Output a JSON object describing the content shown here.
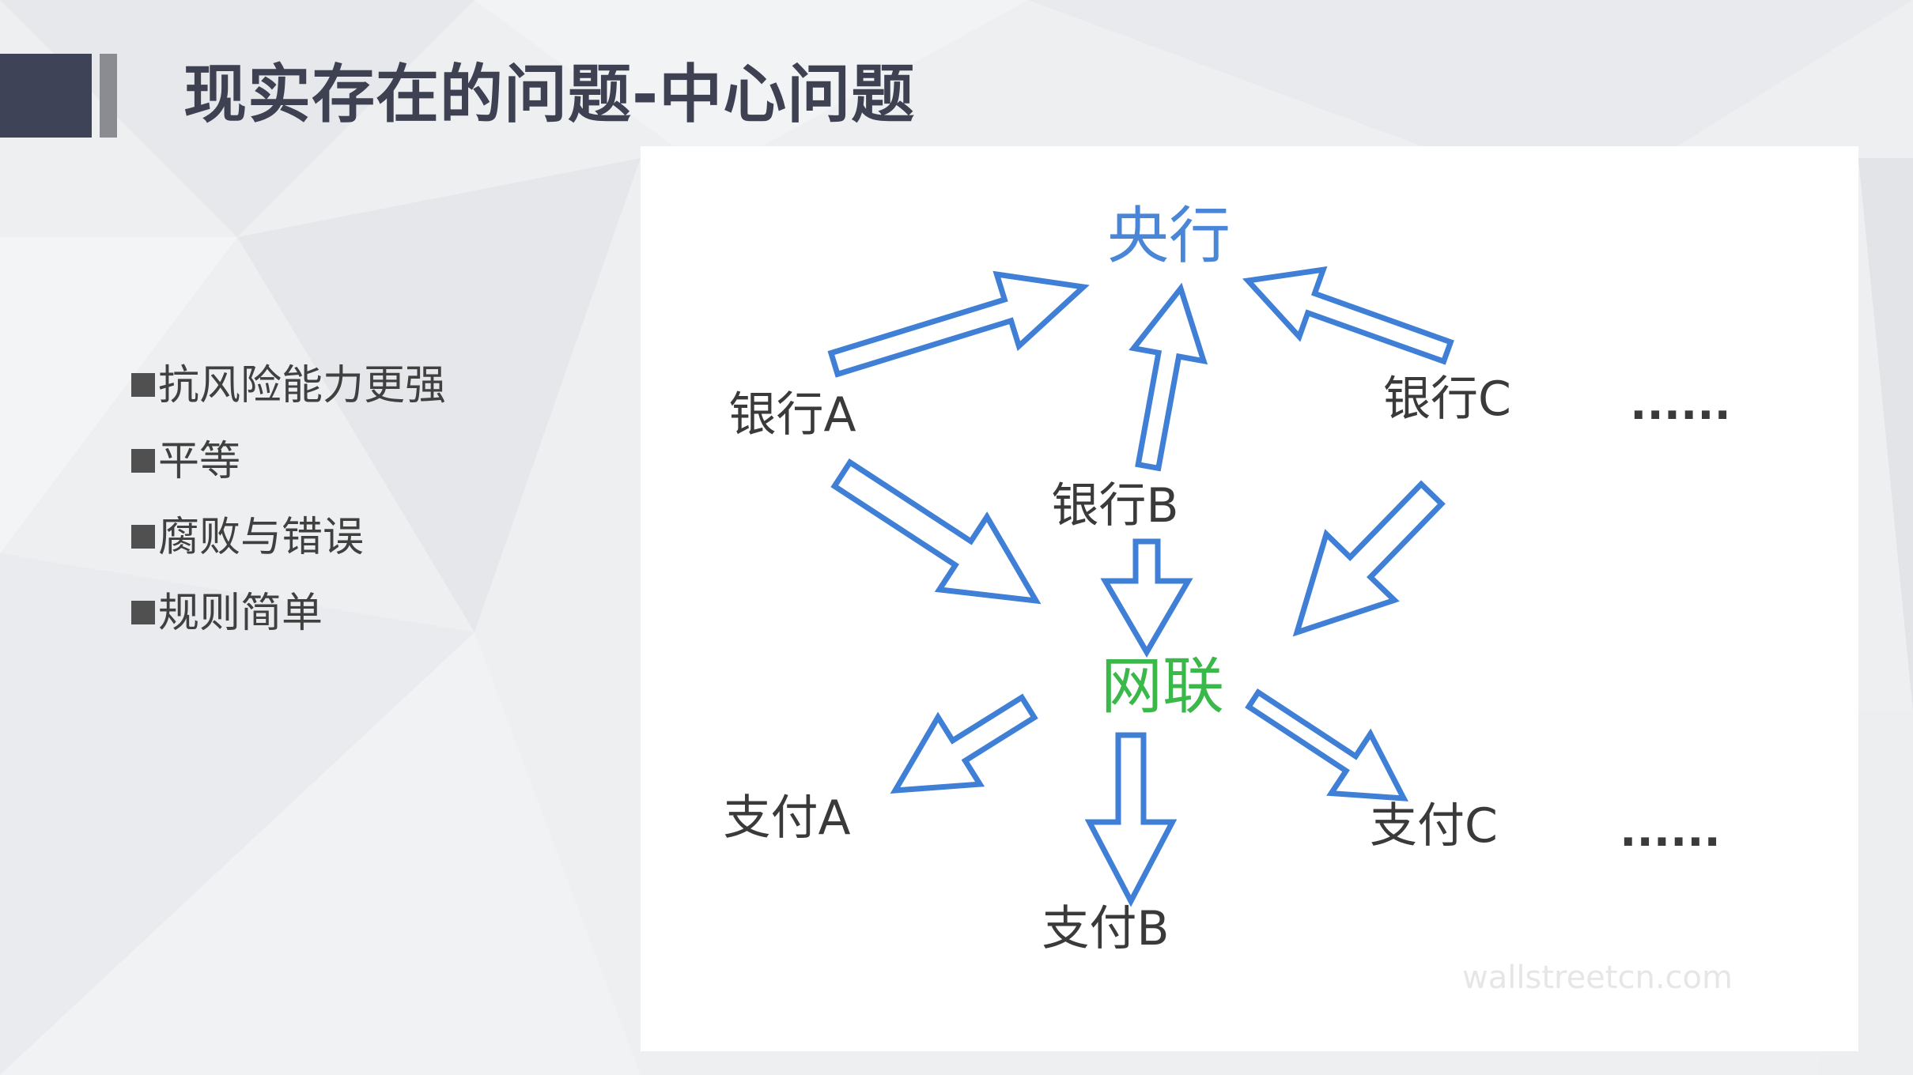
{
  "slide": {
    "title": "现实存在的问题-中心问题"
  },
  "bullets": [
    {
      "text": "抗风险能力更强"
    },
    {
      "text": "平等"
    },
    {
      "text": "腐败与错误"
    },
    {
      "text": "规则简单"
    }
  ],
  "diagram": {
    "nodes": {
      "central_bank": "央行",
      "bank_a": "银行A",
      "bank_b": "银行B",
      "bank_c": "银行C",
      "bank_more": "......",
      "netlink": "网联",
      "pay_a": "支付A",
      "pay_b": "支付B",
      "pay_c": "支付C",
      "pay_more": "......"
    },
    "watermark": "wallstreetcn.com",
    "colors": {
      "arrow_stroke": "#3f7fd6",
      "central_bank_text": "#4a86d8",
      "netlink_text": "#3ab84a",
      "node_text": "#3a3a3a",
      "accent_dark": "#3f4357",
      "accent_gray": "#8a8c91"
    }
  }
}
